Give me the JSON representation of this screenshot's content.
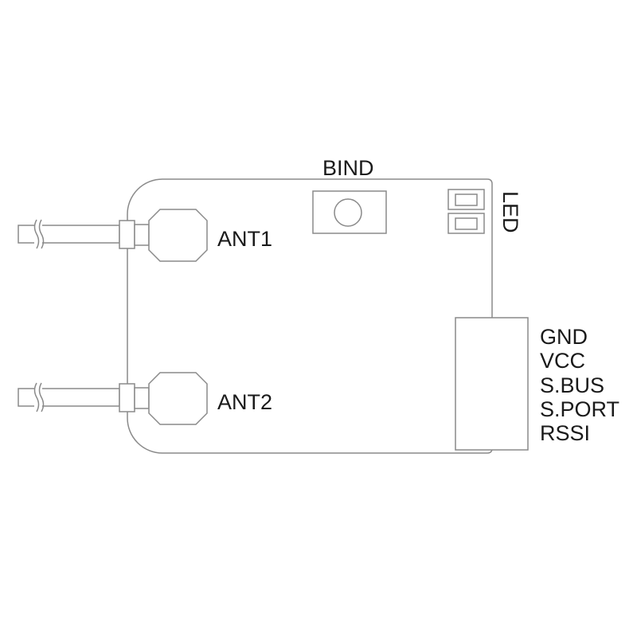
{
  "diagram": {
    "labels": {
      "bind": "BIND",
      "led": "LED",
      "ant1": "ANT1",
      "ant2": "ANT2"
    },
    "pins": [
      "GND",
      "VCC",
      "S.BUS",
      "S.PORT",
      "RSSI"
    ],
    "colors": {
      "line": "#8a8a8a",
      "text": "#1a1a1a",
      "background": "#ffffff"
    }
  }
}
